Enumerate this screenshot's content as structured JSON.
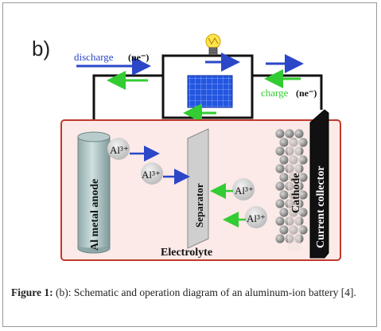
{
  "figure": {
    "panel_label": "b)",
    "labels": {
      "discharge": "discharge",
      "discharge_ne": "(ne⁻)",
      "charge": "charge",
      "charge_ne": "(ne⁻)",
      "anode": "Al metal anode",
      "separator": "Separator",
      "cathode": "Cathode",
      "collector": "Current collector",
      "electrolyte": "Electrolyte",
      "ion1": "Al³⁺",
      "ion2": "Al³⁺",
      "ion3": "Al³⁺",
      "ion4": "Al³⁺"
    },
    "colors": {
      "discharge": "#2b47c8",
      "charge": "#33cc33",
      "cell_border": "#c0392b",
      "cell_fill": "#fbeae7",
      "solar_panel": "#2356e0",
      "bulb": "#ffe44d"
    }
  },
  "caption": {
    "label": "Figure 1:",
    "text": " (b): Schematic and operation diagram of an aluminum-ion battery [4]."
  }
}
